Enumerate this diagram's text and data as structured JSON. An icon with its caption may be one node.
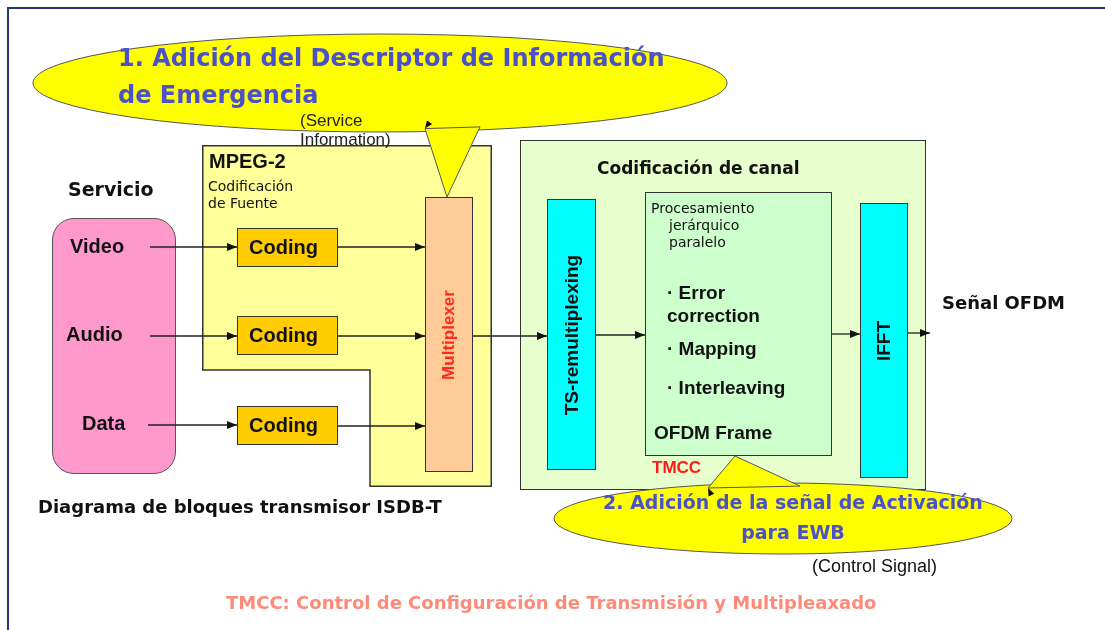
{
  "diagram": {
    "caption": "Diagrama de bloques transmisor ISDB-T",
    "nodes": [
      {
        "text": [
          "1. Adición del Descriptor de Información de Emergencia"
        ]
      },
      {
        "text": [
          "Servicio"
        ]
      },
      {
        "text": [
          "Video"
        ],
        "in": 1
      },
      {
        "text": [
          "Audio"
        ],
        "in": 1
      },
      {
        "text": [
          "Data"
        ],
        "in": 1
      },
      {
        "text": [
          "MPEG-2",
          "Codificación de Fuente"
        ]
      },
      {
        "text": [
          "Coding"
        ],
        "in": 5
      },
      {
        "text": [
          "Coding"
        ],
        "in": 5
      },
      {
        "text": [
          "Coding"
        ]
      },
      {
        "text": [
          "Multiplexer"
        ],
        "in": 5
      },
      {
        "text": [
          "Codificación de canal"
        ]
      },
      {
        "text": [
          "TS-remultiplexing"
        ],
        "in": 10
      },
      {
        "text": [
          "Procesamiento jerárquico paralelo",
          "· Error correction",
          "· Mapping",
          "· Interleaving",
          "OFDM Frame"
        ],
        "in": 10
      },
      {
        "text": [
          "IFFT"
        ],
        "in": 10
      },
      {
        "text": [
          "Señal OFDM"
        ]
      },
      {
        "text": [
          "2. Adición de la señal de Activación para EWB"
        ],
        "beside": [
          "(Control Signal)"
        ]
      }
    ],
    "edges": [
      {
        "from": 2,
        "to": 6,
        "arrow": "to"
      },
      {
        "from": 3,
        "to": 7,
        "arrow": "to"
      },
      {
        "from": 4,
        "to": 8,
        "arrow": "to"
      },
      {
        "from": 6,
        "to": 9,
        "arrow": "to"
      },
      {
        "from": 7,
        "to": 9,
        "arrow": "to"
      },
      {
        "from": 8,
        "to": 9,
        "arrow": "to"
      },
      {
        "from": 9,
        "to": 11,
        "arrow": "to"
      },
      {
        "from": 11,
        "to": 12,
        "arrow": "to"
      },
      {
        "from": 12,
        "to": 13,
        "arrow": "to"
      },
      {
        "from": 13,
        "to": 14,
        "arrow": "to"
      },
      {
        "from": 0,
        "to": 9,
        "arrow": "to",
        "color": "#ffff00"
      },
      {
        "from": 15,
        "to": 12,
        "arrow": "to",
        "color": "#ffff00"
      }
    ],
    "labels": [
      "(Service Information)",
      "TMCC",
      "TMCC: Control de Configuración de Transmisión y Multipleaxado"
    ]
  }
}
